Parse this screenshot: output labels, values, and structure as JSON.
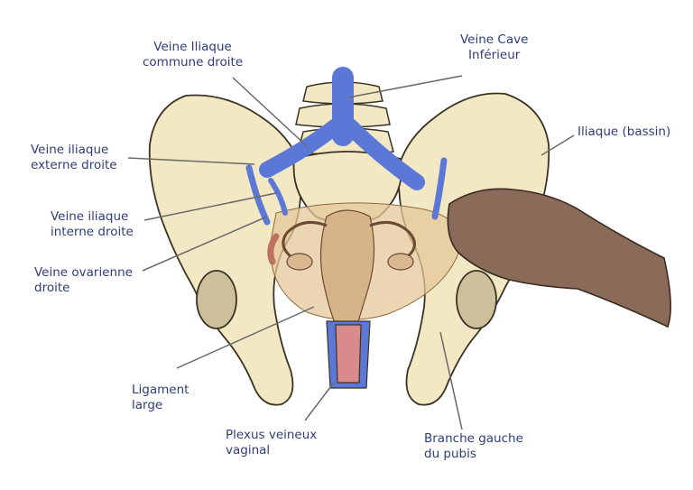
{
  "colors": {
    "bone": "#f2e8c4",
    "bone_outline": "#3a3325",
    "vein": "#5b78d6",
    "ligament": "#e6c79a",
    "uterus": "#d6b48a",
    "vagina_inner": "#d98a8a",
    "hand": "#8a6a58",
    "leader": "#6a6a6a",
    "label_text": "#2f3d7a"
  },
  "labels": {
    "ica_droite": [
      "Veine Iliaque",
      "commune droite"
    ],
    "vci": [
      "Veine Cave",
      "Inférieur"
    ],
    "iliaque_bassin": [
      "Iliaque (bassin)"
    ],
    "iliaque_externe": [
      "Veine iliaque",
      "externe droite"
    ],
    "iliaque_interne": [
      "Veine iliaque",
      "interne droite"
    ],
    "ovarienne": [
      "Veine ovarienne",
      "droite"
    ],
    "ligament": [
      "Ligament",
      "large"
    ],
    "plexus": [
      "Plexus veineux",
      "vaginal"
    ],
    "pubis": [
      "Branche gauche",
      "du pubis"
    ]
  }
}
